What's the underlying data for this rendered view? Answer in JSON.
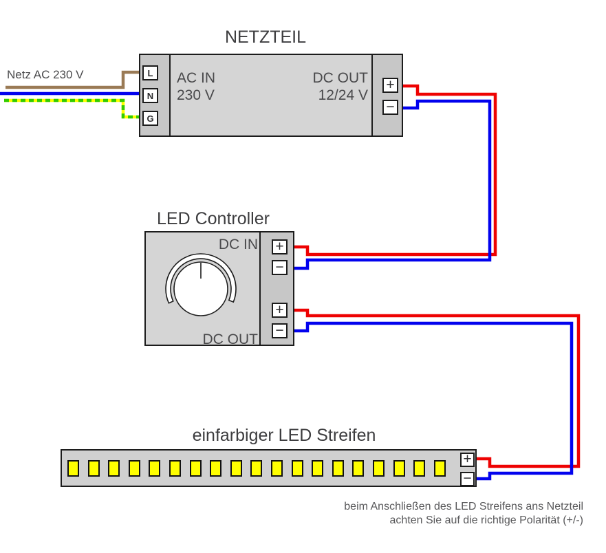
{
  "colors": {
    "wire_live_brown": "#9a7a55",
    "wire_neutral_blue": "#0202ee",
    "wire_earth_yellow": "#ffff00",
    "wire_earth_green": "#33cc00",
    "wire_dc_red": "#ee0202",
    "wire_dc_blue": "#0202ee",
    "led_yellow": "#ffff00",
    "box_body_gray": "#d5d5d5",
    "box_strip_gray": "#c7c7c7"
  },
  "mains": {
    "label": "Netz AC 230 V"
  },
  "netzteil": {
    "title": "NETZTEIL",
    "ac_label": "AC IN",
    "ac_value": "230 V",
    "dc_label": "DC OUT",
    "dc_value": "12/24 V",
    "terminal_l": "L",
    "terminal_n": "N",
    "terminal_g": "G",
    "plus": "+",
    "minus": "−"
  },
  "controller": {
    "title": "LED Controller",
    "dc_in_label": "DC IN",
    "dc_out_label": "DC OUT",
    "plus": "+",
    "minus": "−"
  },
  "strip": {
    "title": "einfarbiger LED Streifen",
    "led_count": 19,
    "plus": "+",
    "minus": "−"
  },
  "footer": {
    "line1": "beim Anschließen des LED Streifens ans Netzteil",
    "line2": "achten Sie auf die richtige Polarität (+/-)"
  }
}
